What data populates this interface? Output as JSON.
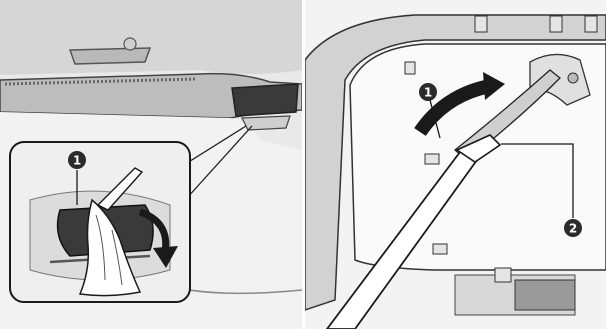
{
  "left_panel": {
    "callout": {
      "number": "1",
      "color": "#2b2b2b"
    }
  },
  "right_panel": {
    "callouts": [
      {
        "number": "1",
        "color": "#2b2b2b"
      },
      {
        "number": "2",
        "color": "#2b2b2b"
      }
    ]
  },
  "colors": {
    "ink": "#1a1a1a",
    "panel_gray": "#c9c9c9",
    "light_gray": "#e6e6e6",
    "dark_part": "#3a3a3a"
  },
  "icons": [
    "curved-arrow-icon",
    "screwdriver-icon",
    "cloth-icon"
  ]
}
